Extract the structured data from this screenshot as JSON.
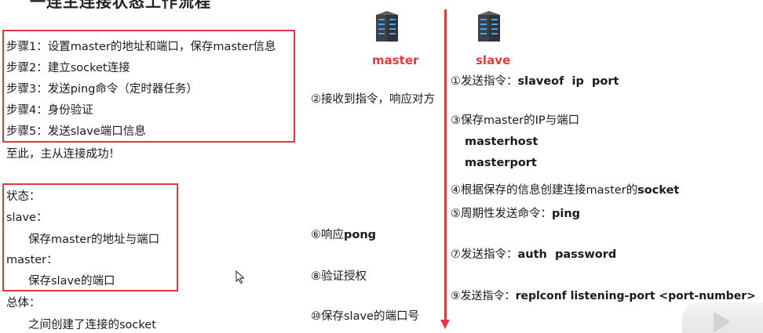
{
  "title_partial": "一连主连接状态工作流程",
  "steps": [
    "步骤1：设置master的地址和端口，保存master信息",
    "步骤2：建立socket连接",
    "步骤3：发送ping命令（定时器任务）",
    "步骤4：身份验证",
    "步骤5：发送slave端口信息"
  ],
  "success_text": "至此，主从连接成功！",
  "state": {
    "heading": "状态：",
    "slave_label": "slave：",
    "slave_value": "保存master的地址与端口",
    "master_label": "master：",
    "master_value": "保存slave的端口"
  },
  "overall": {
    "heading": "总体：",
    "value": "之间创建了连接的socket"
  },
  "servers": {
    "master_label": "master",
    "slave_label": "slave"
  },
  "master_actions": {
    "a2": "②接收到指令，响应对方",
    "a6_prefix": "⑥响应",
    "a6_bold": "pong",
    "a8": "⑧验证授权",
    "a10": "⑩保存slave的端口号"
  },
  "slave_actions": {
    "a1_prefix": "①发送指令：",
    "a1_bold": "slaveof  ip  port",
    "a3": "③保存master的IP与端口",
    "a3_host": "masterhost",
    "a3_port": "masterport",
    "a4_prefix": "④根据保存的信息创建连接master的",
    "a4_bold": "socket",
    "a5_prefix": "⑤周期性发送命令：",
    "a5_bold": "ping",
    "a7_prefix": "⑦发送指令：",
    "a7_bold": "auth  password",
    "a9_prefix": "⑨发送指令：",
    "a9_bold": "replconf listening-port <port-number>"
  },
  "colors": {
    "accent": "#e0393e",
    "server_dark": "#3a3f47",
    "server_led": "#4aa3ff"
  }
}
